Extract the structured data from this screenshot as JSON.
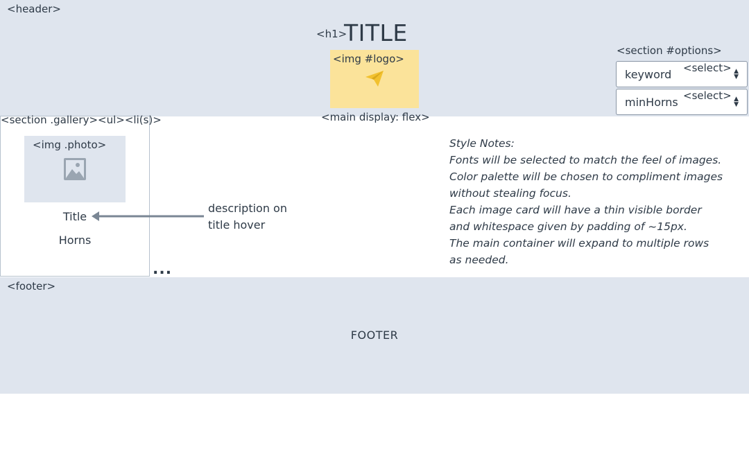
{
  "header": {
    "tag": "<header>",
    "h1_tag": "<h1>",
    "title": "TITLE",
    "logo_tag": "<img #logo>",
    "logo_icon": "paper-plane-icon",
    "logo_color": "#f2c12e"
  },
  "options": {
    "tag": "<section #options>",
    "selects": [
      {
        "value": "keyword",
        "tag": "<select>"
      },
      {
        "value": "minHorns",
        "tag": "<select>"
      }
    ]
  },
  "main": {
    "tag": "<main display: flex>",
    "gallery_tag": "<section .gallery><ul><li(s)>",
    "card": {
      "photo_tag": "<img .photo>",
      "photo_icon": "image-icon",
      "title": "Title",
      "horns": "Horns"
    },
    "ellipsis": "...",
    "description_lines": [
      "description on",
      "title hover"
    ],
    "style_notes": [
      "Style Notes:",
      "Fonts will be selected to match the feel of images.",
      "Color palette will be chosen to compliment images",
      "without stealing focus.",
      "Each image card will have a thin visible border",
      "and whitespace given by padding of ~15px.",
      "The main container will expand to multiple rows",
      "as needed."
    ]
  },
  "footer": {
    "tag": "<footer>",
    "text": "FOOTER"
  },
  "colors": {
    "band": "#dfe5ee",
    "logo_bg": "#fbe39a",
    "text": "#2e3a47",
    "arrow": "#7a8694"
  }
}
